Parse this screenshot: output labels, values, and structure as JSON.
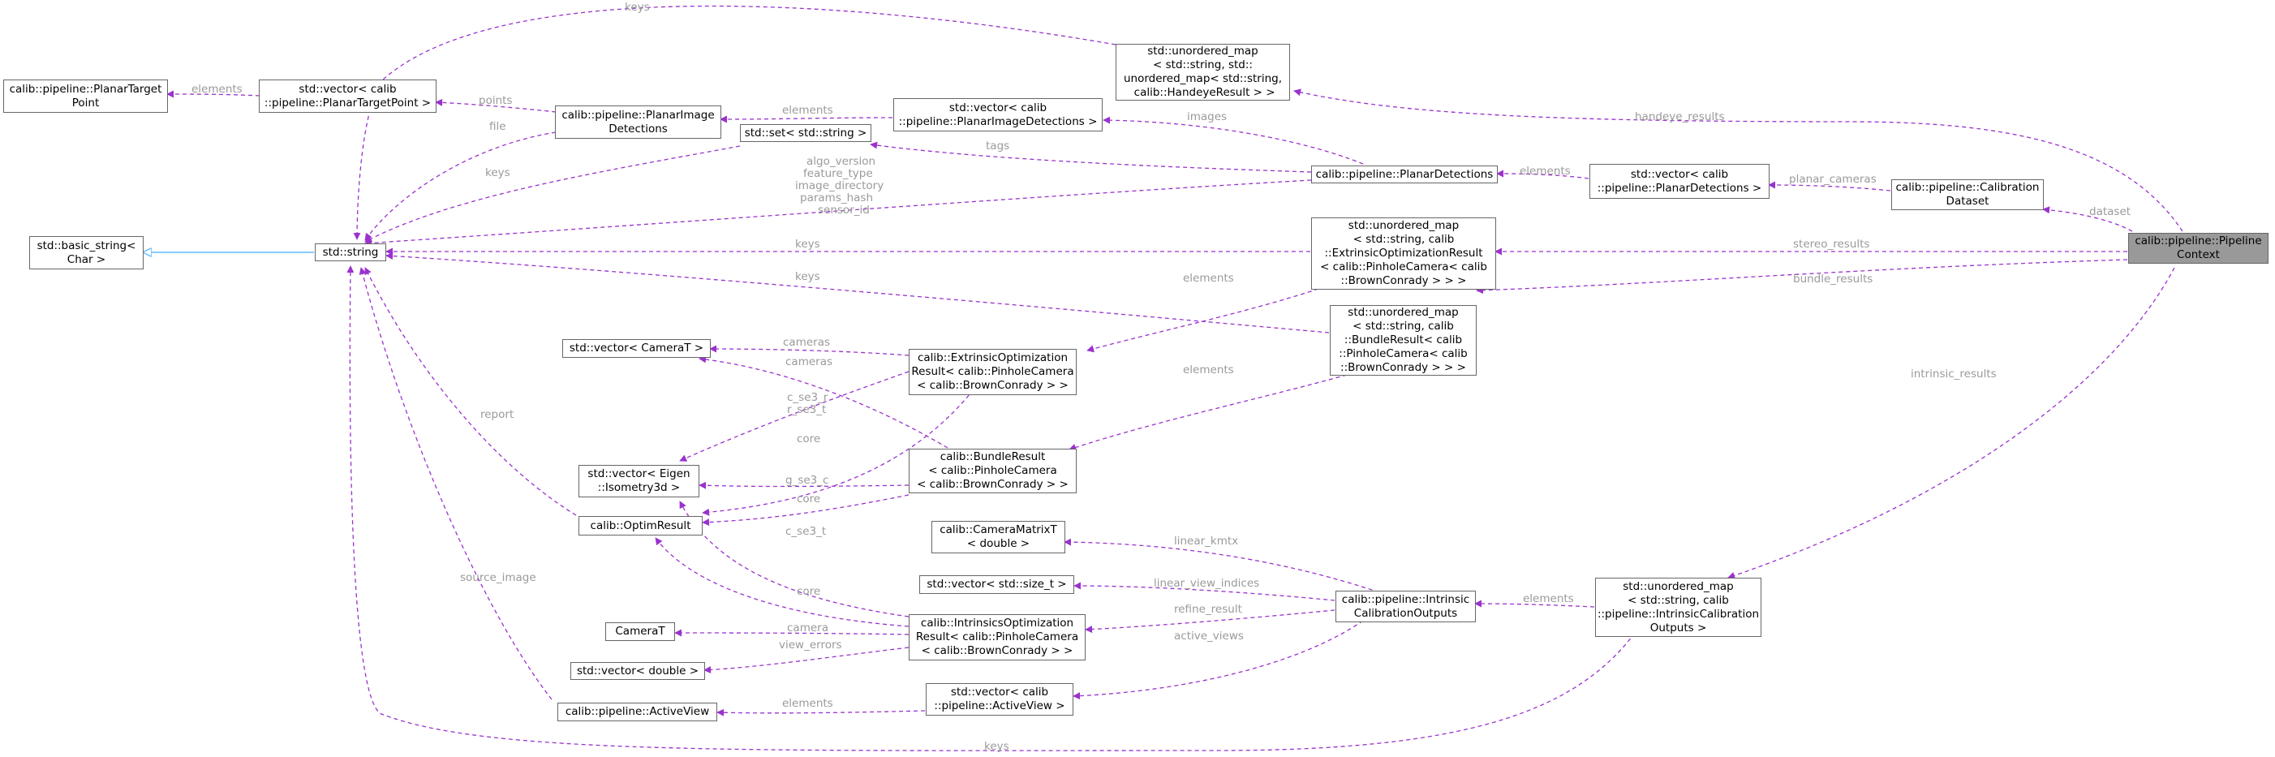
{
  "colors": {
    "edge_usage": "#9a32cd",
    "edge_inherit": "#63b8ff",
    "label_text": "#9a9a9a",
    "node_border": "#666666",
    "focus_fill": "#999999"
  },
  "nodes": {
    "pipeline_context": "calib::pipeline::Pipeline\nContext",
    "calibration_dataset": "calib::pipeline::Calibration\nDataset",
    "vector_planar_detections": "std::vector< calib\n::pipeline::PlanarDetections >",
    "planar_detections": "calib::pipeline::PlanarDetections",
    "vector_planar_image_detections": "std::vector< calib\n::pipeline::PlanarImageDetections >",
    "planar_image_detections": "calib::pipeline::PlanarImage\nDetections",
    "vector_planar_target_point": "std::vector< calib\n::pipeline::PlanarTargetPoint >",
    "planar_target_point": "calib::pipeline::PlanarTarget\nPoint",
    "set_string": "std::set< std::string >",
    "std_string": "std::string",
    "basic_string": "std::basic_string<\nChar >",
    "map_handeye": "std::unordered_map\n< std::string, std::\nunordered_map< std::string,\n calib::HandeyeResult > >",
    "map_extrinsic": "std::unordered_map\n< std::string, calib\n::ExtrinsicOptimizationResult\n< calib::PinholeCamera< calib\n::BrownConrady > > >",
    "map_bundle": "std::unordered_map\n< std::string, calib\n::BundleResult< calib\n::PinholeCamera< calib\n::BrownConrady > > >",
    "map_intrinsic": "std::unordered_map\n< std::string, calib\n::pipeline::IntrinsicCalibration\nOutputs >",
    "intrinsic_calibration_outputs": "calib::pipeline::Intrinsic\nCalibrationOutputs",
    "camera_matrix": "calib::CameraMatrixT\n< double >",
    "vector_size_t": "std::vector< std::size_t >",
    "vector_active_view": "std::vector< calib\n::pipeline::ActiveView >",
    "active_view": "calib::pipeline::ActiveView",
    "vector_double": "std::vector< double >",
    "camera_t": "CameraT",
    "vector_camera_t": "std::vector< CameraT >",
    "vector_isometry": "std::vector< Eigen\n::Isometry3d >",
    "optim_result": "calib::OptimResult",
    "extrinsic_result": "calib::ExtrinsicOptimization\nResult< calib::PinholeCamera\n< calib::BrownConrady > >",
    "bundle_result": "calib::BundleResult\n< calib::PinholeCamera\n< calib::BrownConrady > >",
    "intrinsics_result": "calib::IntrinsicsOptimization\nResult< calib::PinholeCamera\n< calib::BrownConrady > >"
  },
  "edge_labels": {
    "handeye_results": "handeye_results",
    "dataset": "dataset",
    "stereo_results": "stereo_results",
    "bundle_results": "bundle_results",
    "intrinsic_results": "intrinsic_results",
    "planar_cameras": "planar_cameras",
    "elements_planar_detections": "elements",
    "images": "images",
    "elements_planar_image_detections": "elements",
    "points": "points",
    "elements_target_point": "elements",
    "file": "file",
    "keys_set": "keys",
    "tags": "tags",
    "planar_detections_strings": "algo_version\nfeature_type\nimage_directory\nparams_hash\nsensor_id",
    "keys_handeye": "keys",
    "keys_extrinsic": "keys",
    "keys_bundle": "keys",
    "keys_intrinsic": "keys",
    "elements_extrinsic": "elements",
    "elements_bundle": "elements",
    "elements_intrinsic": "elements",
    "cameras_extrinsic": "cameras",
    "cameras_bundle": "cameras",
    "c_se3": "c_se3_r\nr_se3_t",
    "core_extrinsic": "core",
    "g_se3_c": "g_se3_c",
    "core_bundle": "core",
    "c_se3_t": "c_se3_t",
    "core_intrinsics": "core",
    "camera": "camera",
    "view_errors": "view_errors",
    "report": "report",
    "source_image": "source_image",
    "linear_kmtx": "linear_kmtx",
    "linear_view_indices": "linear_view_indices",
    "refine_result": "refine_result",
    "active_views": "active_views",
    "elements_active_view": "elements"
  }
}
